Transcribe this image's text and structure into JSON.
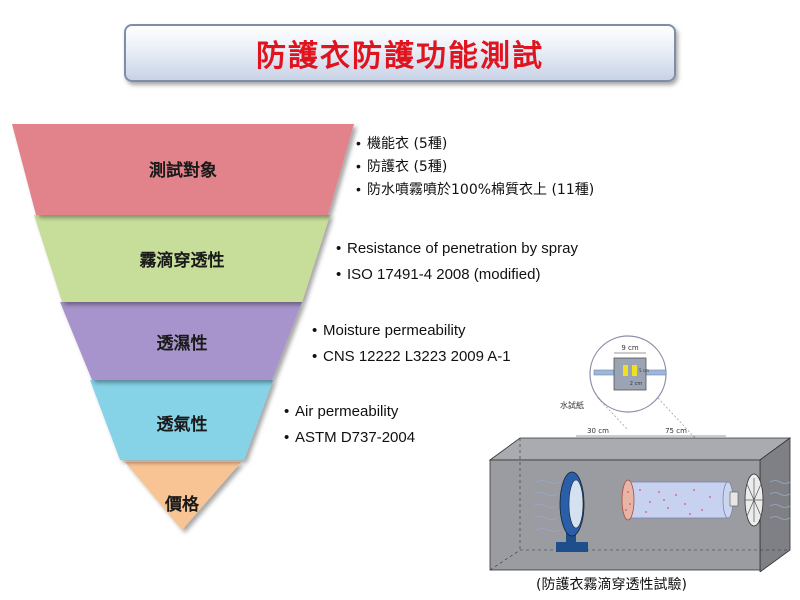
{
  "title": "防護衣防護功能測試",
  "funnel": {
    "layers": [
      {
        "label": "測試對象",
        "color": "#e2828a"
      },
      {
        "label": "霧滴穿透性",
        "color": "#c7de9a"
      },
      {
        "label": "透濕性",
        "color": "#a894cc"
      },
      {
        "label": "透氣性",
        "color": "#86d3e8"
      },
      {
        "label": "價格",
        "color": "#f9c493"
      }
    ]
  },
  "bullets": {
    "group1": [
      "機能衣 (5種)",
      "防護衣 (5種)",
      "防水噴霧噴於100%棉質衣上 (11種)"
    ],
    "group2": [
      "Resistance of penetration by spray",
      "ISO 17491-4 2008 (modified)"
    ],
    "group3": [
      "Moisture permeability",
      "CNS 12222 L3223 2009 A-1"
    ],
    "group4": [
      "Air permeability",
      "ASTM D737-2004"
    ]
  },
  "diagram": {
    "paper_label": "水試紙",
    "dim_9cm": "9 cm",
    "dim_5cm": "5 cm",
    "dim_2cm": "2 cm",
    "dim_30cm": "30 cm",
    "dim_75cm": "75 cm",
    "caption": "(防護衣霧滴穿透性試驗)"
  }
}
